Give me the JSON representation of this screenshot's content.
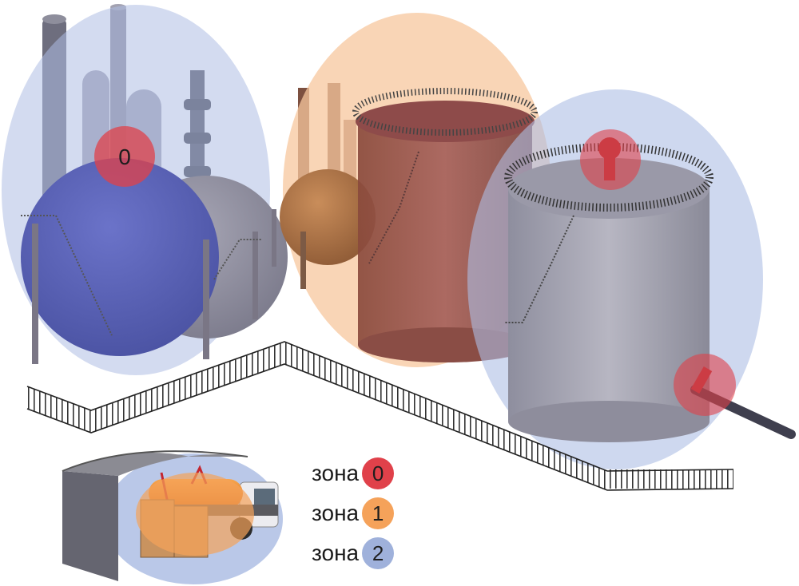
{
  "scene": {
    "zone_marker_label": "0",
    "colors": {
      "zone0": "#e0414a",
      "zone1": "#f5a25a",
      "zone2": "#9fb1db"
    },
    "objects": [
      "distillation-columns",
      "spherical-tank-blue",
      "spherical-tank-grey",
      "spherical-tank-brown",
      "vertical-tank-brown",
      "vertical-tank-grey",
      "fence",
      "canopy",
      "fuel-truck"
    ]
  },
  "legend": {
    "items": [
      {
        "word": "зона",
        "number": "0",
        "color": "#e0414a"
      },
      {
        "word": "зона",
        "number": "1",
        "color": "#f5a25a"
      },
      {
        "word": "зона",
        "number": "2",
        "color": "#9fb1db"
      }
    ]
  }
}
